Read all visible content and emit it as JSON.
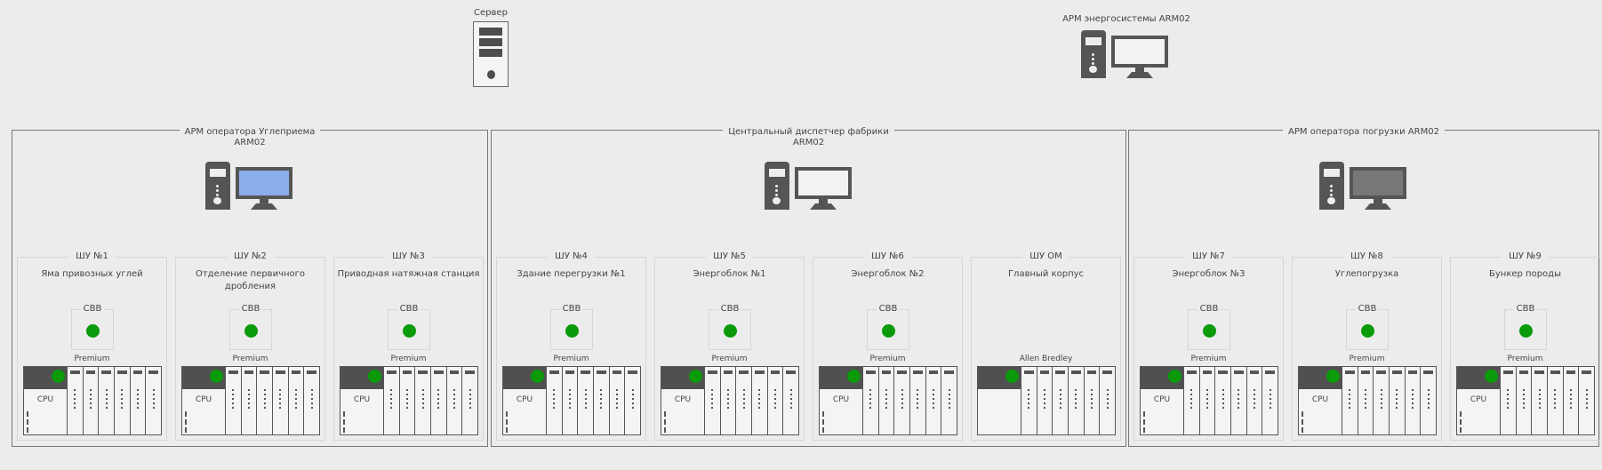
{
  "server": {
    "label": "Сервер"
  },
  "energy_arm": {
    "label": "АРМ энергосистемы ARM02"
  },
  "groups": [
    {
      "title_line1": "АРМ оператора Углеприема",
      "title_line2": "ARM02",
      "screen_color": "#8aaee8",
      "cabinets": [
        {
          "title": "ШУ №1",
          "subtitle": "Яма привозных углей",
          "cbb": "СВВ",
          "plc": "Premium",
          "cpu": "CPU"
        },
        {
          "title": "ШУ №2",
          "subtitle": "Отделение первичного дробления",
          "cbb": "СВВ",
          "plc": "Premium",
          "cpu": "CPU"
        },
        {
          "title": "ШУ №3",
          "subtitle": "Приводная натяжная станция",
          "cbb": "СВВ",
          "plc": "Premium",
          "cpu": "CPU"
        }
      ]
    },
    {
      "title_line1": "Центральный диспетчер фабрики",
      "title_line2": "ARM02",
      "screen_color": "#f2f2f2",
      "cabinets": [
        {
          "title": "ШУ №4",
          "subtitle": "Здание перегрузки №1",
          "cbb": "СВВ",
          "plc": "Premium",
          "cpu": "CPU"
        },
        {
          "title": "ШУ №5",
          "subtitle": "Энергоблок №1",
          "cbb": "СВВ",
          "plc": "Premium",
          "cpu": "CPU"
        },
        {
          "title": "ШУ №6",
          "subtitle": "Энергоблок №2",
          "cbb": "СВВ",
          "plc": "Premium",
          "cpu": "CPU"
        },
        {
          "title": "ШУ   ОМ",
          "subtitle": "Главный корпус",
          "cbb": null,
          "plc": "Allen Bredley",
          "cpu": null
        }
      ]
    },
    {
      "title_line1": "АРМ оператора погрузки ARM02",
      "title_line2": "",
      "screen_color": "#777777",
      "cabinets": [
        {
          "title": "ШУ №7",
          "subtitle": "Энергоблок №3",
          "cbb": "СВВ",
          "plc": "Premium",
          "cpu": "CPU"
        },
        {
          "title": "ШУ №8",
          "subtitle": "Углепогрузка",
          "cbb": "СВВ",
          "plc": "Premium",
          "cpu": "CPU"
        },
        {
          "title": "ШУ №9",
          "subtitle": "Бункер породы",
          "cbb": "СВВ",
          "plc": "Premium",
          "cpu": "CPU"
        }
      ]
    }
  ],
  "colors": {
    "status_ok": "#0a9a0a"
  }
}
